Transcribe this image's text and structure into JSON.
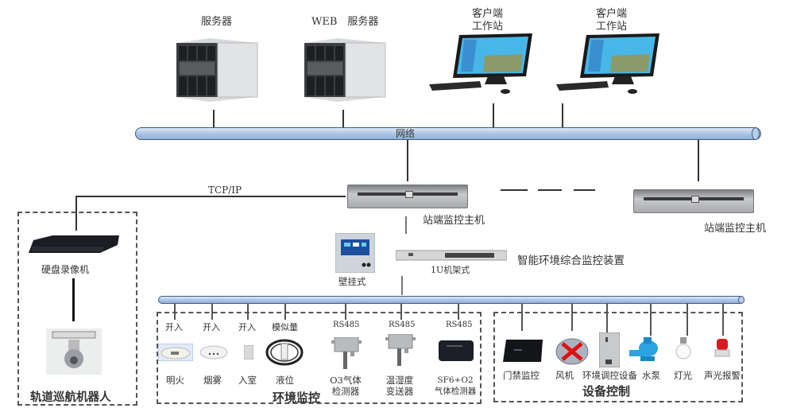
{
  "diagram": {
    "top_devices": [
      {
        "label": "服务器",
        "type": "server"
      },
      {
        "label": "WEB　服务器",
        "type": "server"
      },
      {
        "label_line1": "客户端",
        "label_line2": "工作站",
        "type": "workstation"
      },
      {
        "label_line1": "客户端",
        "label_line2": "工作站",
        "type": "workstation"
      }
    ],
    "network_bus_label": "网络",
    "tcp_label": "TCP/IP",
    "station_host_label": "站端监控主机",
    "station_host_label_2": "站端监控主机",
    "dashed_link": "— — —",
    "robot_group": {
      "nvr_label": "硬盘录像机",
      "title": "轨道巡航机器人"
    },
    "monitor_device": {
      "wall_label": "壁挂式",
      "rack_label": "1U机架式",
      "title": "智能环境综合监控装置"
    },
    "env_group": {
      "title": "环境监控",
      "items": [
        {
          "signal": "开入",
          "label": "明火",
          "icon": "flame-detector-icon"
        },
        {
          "signal": "开入",
          "label": "烟雾",
          "icon": "smoke-detector-icon"
        },
        {
          "signal": "开入",
          "label": "入室",
          "icon": "intrusion-sensor-icon"
        },
        {
          "signal": "模似量",
          "label": "液位",
          "icon": "water-level-sensor-icon"
        },
        {
          "signal": "RS485",
          "label": "O3气体",
          "label2": "检测器",
          "icon": "gas-detector-icon"
        },
        {
          "signal": "RS485",
          "label": "温湿度",
          "label2": "变送器",
          "icon": "humidity-transmitter-icon"
        },
        {
          "signal": "RS485",
          "label": "SF6+O2",
          "label2": "气体检测器",
          "icon": "sf6-detector-icon"
        }
      ]
    },
    "control_group": {
      "title": "设备控制",
      "items": [
        {
          "label": "门禁监控",
          "icon": "access-control-icon"
        },
        {
          "label": "风机",
          "icon": "fan-icon"
        },
        {
          "label": "环境调控设备",
          "icon": "hvac-cabinet-icon"
        },
        {
          "label": "水泵",
          "icon": "water-pump-icon"
        },
        {
          "label": "灯光",
          "icon": "light-bulb-icon"
        },
        {
          "label": "声光报警",
          "icon": "alarm-light-icon"
        }
      ]
    }
  }
}
